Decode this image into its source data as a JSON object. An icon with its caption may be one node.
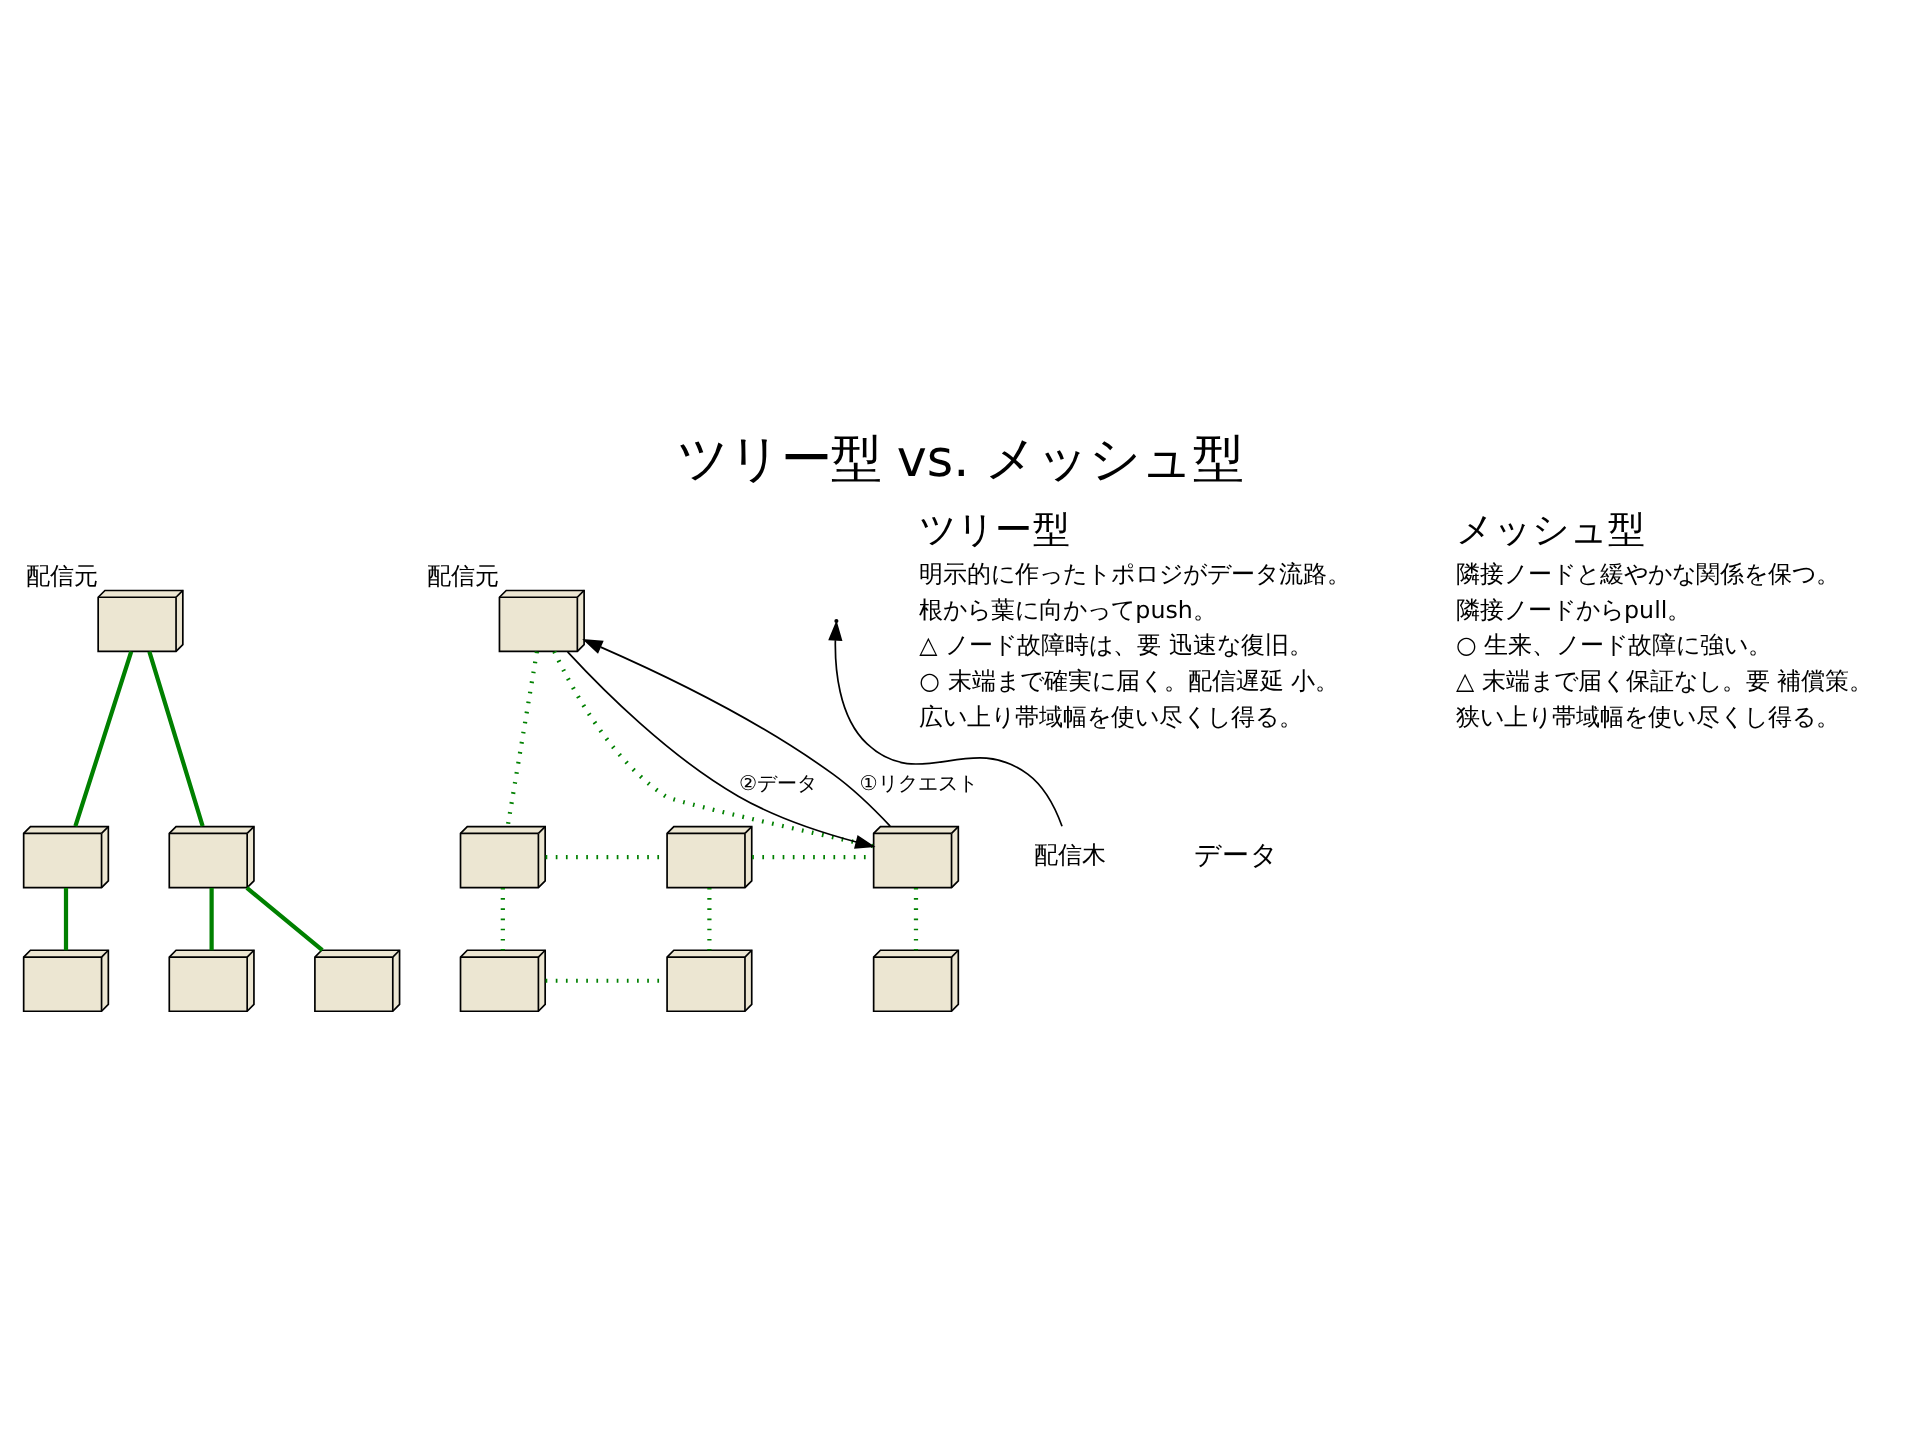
{
  "diagram": {
    "title": "ツリー型 vs. メッシュ型",
    "nodes": [
      {
        "text": [],
        "shape": "picture",
        "beside": [
          "配信元"
        ]
      },
      {
        "text": [],
        "shape": "picture"
      },
      {
        "text": [],
        "shape": "picture"
      },
      {
        "text": [],
        "shape": "picture"
      },
      {
        "text": [],
        "shape": "picture"
      },
      {
        "text": [],
        "shape": "picture"
      },
      {
        "text": [],
        "shape": "picture",
        "beside": [
          "配信元"
        ]
      },
      {
        "text": [],
        "shape": "picture"
      },
      {
        "text": [],
        "shape": "picture"
      },
      {
        "text": [],
        "shape": "picture"
      },
      {
        "text": [],
        "shape": "picture"
      },
      {
        "text": [],
        "shape": "picture"
      },
      {
        "text": [],
        "shape": "picture"
      },
      {
        "text": [
          "配信木"
        ]
      }
    ],
    "edges": [
      {
        "from": 0,
        "to": 1,
        "arrow": "none"
      },
      {
        "from": 0,
        "to": 2,
        "arrow": "none"
      },
      {
        "from": 1,
        "to": 3,
        "arrow": "none"
      },
      {
        "from": 2,
        "to": 4,
        "arrow": "none"
      },
      {
        "from": 2,
        "to": 5,
        "arrow": "none"
      },
      {
        "from": 6,
        "to": 7,
        "arrow": "none",
        "style": "dashed"
      },
      {
        "from": 6,
        "to": 9,
        "arrow": "none",
        "style": "dashed"
      },
      {
        "from": 7,
        "to": 8,
        "arrow": "none",
        "style": "dashed"
      },
      {
        "from": 8,
        "to": 9,
        "arrow": "none",
        "style": "dashed"
      },
      {
        "from": 7,
        "to": 10,
        "arrow": "none",
        "style": "dashed"
      },
      {
        "from": 8,
        "to": 11,
        "arrow": "none",
        "style": "dashed"
      },
      {
        "from": 9,
        "to": 12,
        "arrow": "none",
        "style": "dashed"
      },
      {
        "from": 10,
        "to": 11,
        "arrow": "none",
        "style": "dashed"
      },
      {
        "from": 9,
        "to": 6,
        "arrow": "to",
        "label": "①リクエスト",
        "color": "#000000"
      },
      {
        "from": 6,
        "to": 9,
        "arrow": "to",
        "label": "②データ",
        "color": "#000000"
      },
      {
        "from": 13,
        "to": null,
        "arrow": "to",
        "color": "#000000"
      }
    ],
    "labels": [
      "データ",
      "ツリー型",
      "明示的に作ったトポロジがデータ流路。",
      "根から葉に向かってpush。",
      "△ ノード故障時は、要 迅速な復旧。",
      "○ 末端まで確実に届く。配信遅延 小。",
      "広い上り帯域幅を使い尽くし得る。",
      "メッシュ型",
      "隣接ノードと緩やかな関係を保つ。",
      "隣接ノードからpull。",
      "○ 生来、ノード故障に強い。",
      "△ 末端まで届く保証なし。要 補償策。",
      "狭い上り帯域幅を使い尽くし得る。"
    ]
  }
}
